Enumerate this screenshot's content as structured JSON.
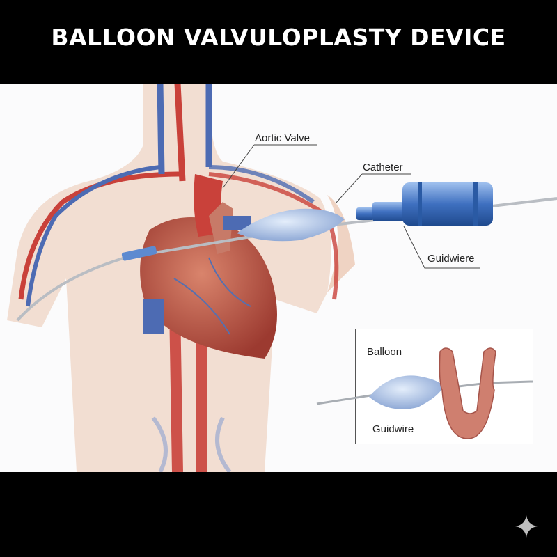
{
  "title": "BALLOON VALVULOPLASTY DEVICE",
  "labels": {
    "aortic_valve": "Aortic Valve",
    "catheter": "Catheter",
    "guidewire_main": "Guidwiere",
    "balloon": "Balloon",
    "guidewire_inset": "Guidwire"
  },
  "icons": {
    "corner": "sparkle-icon"
  },
  "colors": {
    "artery": "#c9413a",
    "vein": "#4d6bb3",
    "balloon": "#a9c1e6",
    "skin": "#f0d8ca",
    "valve": "#cf7f6f"
  }
}
